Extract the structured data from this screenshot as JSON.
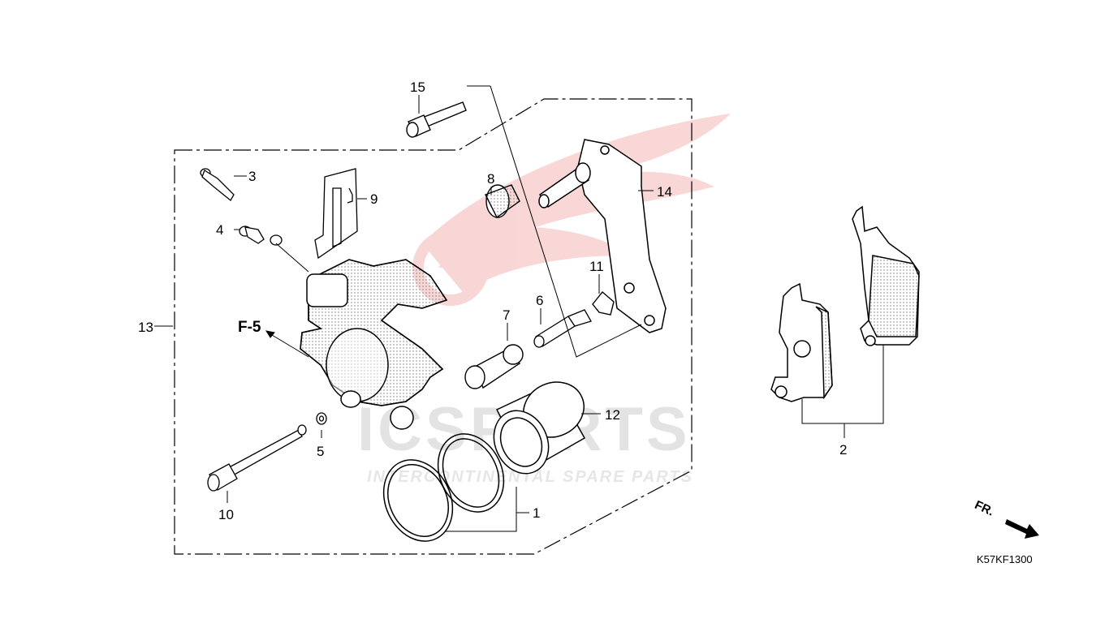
{
  "diagram": {
    "code": "K57KF1300",
    "reference": "F-5",
    "direction": "FR.",
    "watermark": {
      "brand": "ICSPARTS",
      "tagline": "INTERCONTINENTAL SPARE PARTS"
    },
    "callouts": [
      {
        "id": "c1",
        "label": "1"
      },
      {
        "id": "c2",
        "label": "2"
      },
      {
        "id": "c3",
        "label": "3"
      },
      {
        "id": "c4",
        "label": "4"
      },
      {
        "id": "c5",
        "label": "5"
      },
      {
        "id": "c6",
        "label": "6"
      },
      {
        "id": "c7",
        "label": "7"
      },
      {
        "id": "c8",
        "label": "8"
      },
      {
        "id": "c9",
        "label": "9"
      },
      {
        "id": "c10",
        "label": "10"
      },
      {
        "id": "c11",
        "label": "11"
      },
      {
        "id": "c12",
        "label": "12"
      },
      {
        "id": "c13",
        "label": "13"
      },
      {
        "id": "c14",
        "label": "14"
      },
      {
        "id": "c15",
        "label": "15"
      }
    ]
  }
}
